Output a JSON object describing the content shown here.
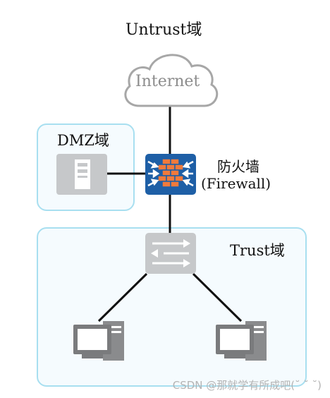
{
  "zones": {
    "untrust": {
      "title": "Untrust域"
    },
    "dmz": {
      "title": "DMZ域"
    },
    "trust": {
      "title": "Trust域"
    }
  },
  "nodes": {
    "internet": {
      "label": "Internet"
    },
    "firewall": {
      "label_line1": "防火墙",
      "label_line2": "(Firewall)"
    }
  },
  "colors": {
    "zone_border": "#a8dff0",
    "zone_fill": "#f5fbfe",
    "firewall_blue": "#1e5fa6",
    "firewall_brick": "#f07a3c",
    "device_gray": "#c6c8ca",
    "pc_gray": "#7a7b7d",
    "cloud_stroke": "#a7a7a7",
    "link": "#111111"
  },
  "icons": [
    "cloud-icon",
    "server-icon",
    "firewall-icon",
    "switch-icon",
    "pc-icon"
  ],
  "watermark": "CSDN @那就学有所成吧(˘ ˘ ˘)"
}
